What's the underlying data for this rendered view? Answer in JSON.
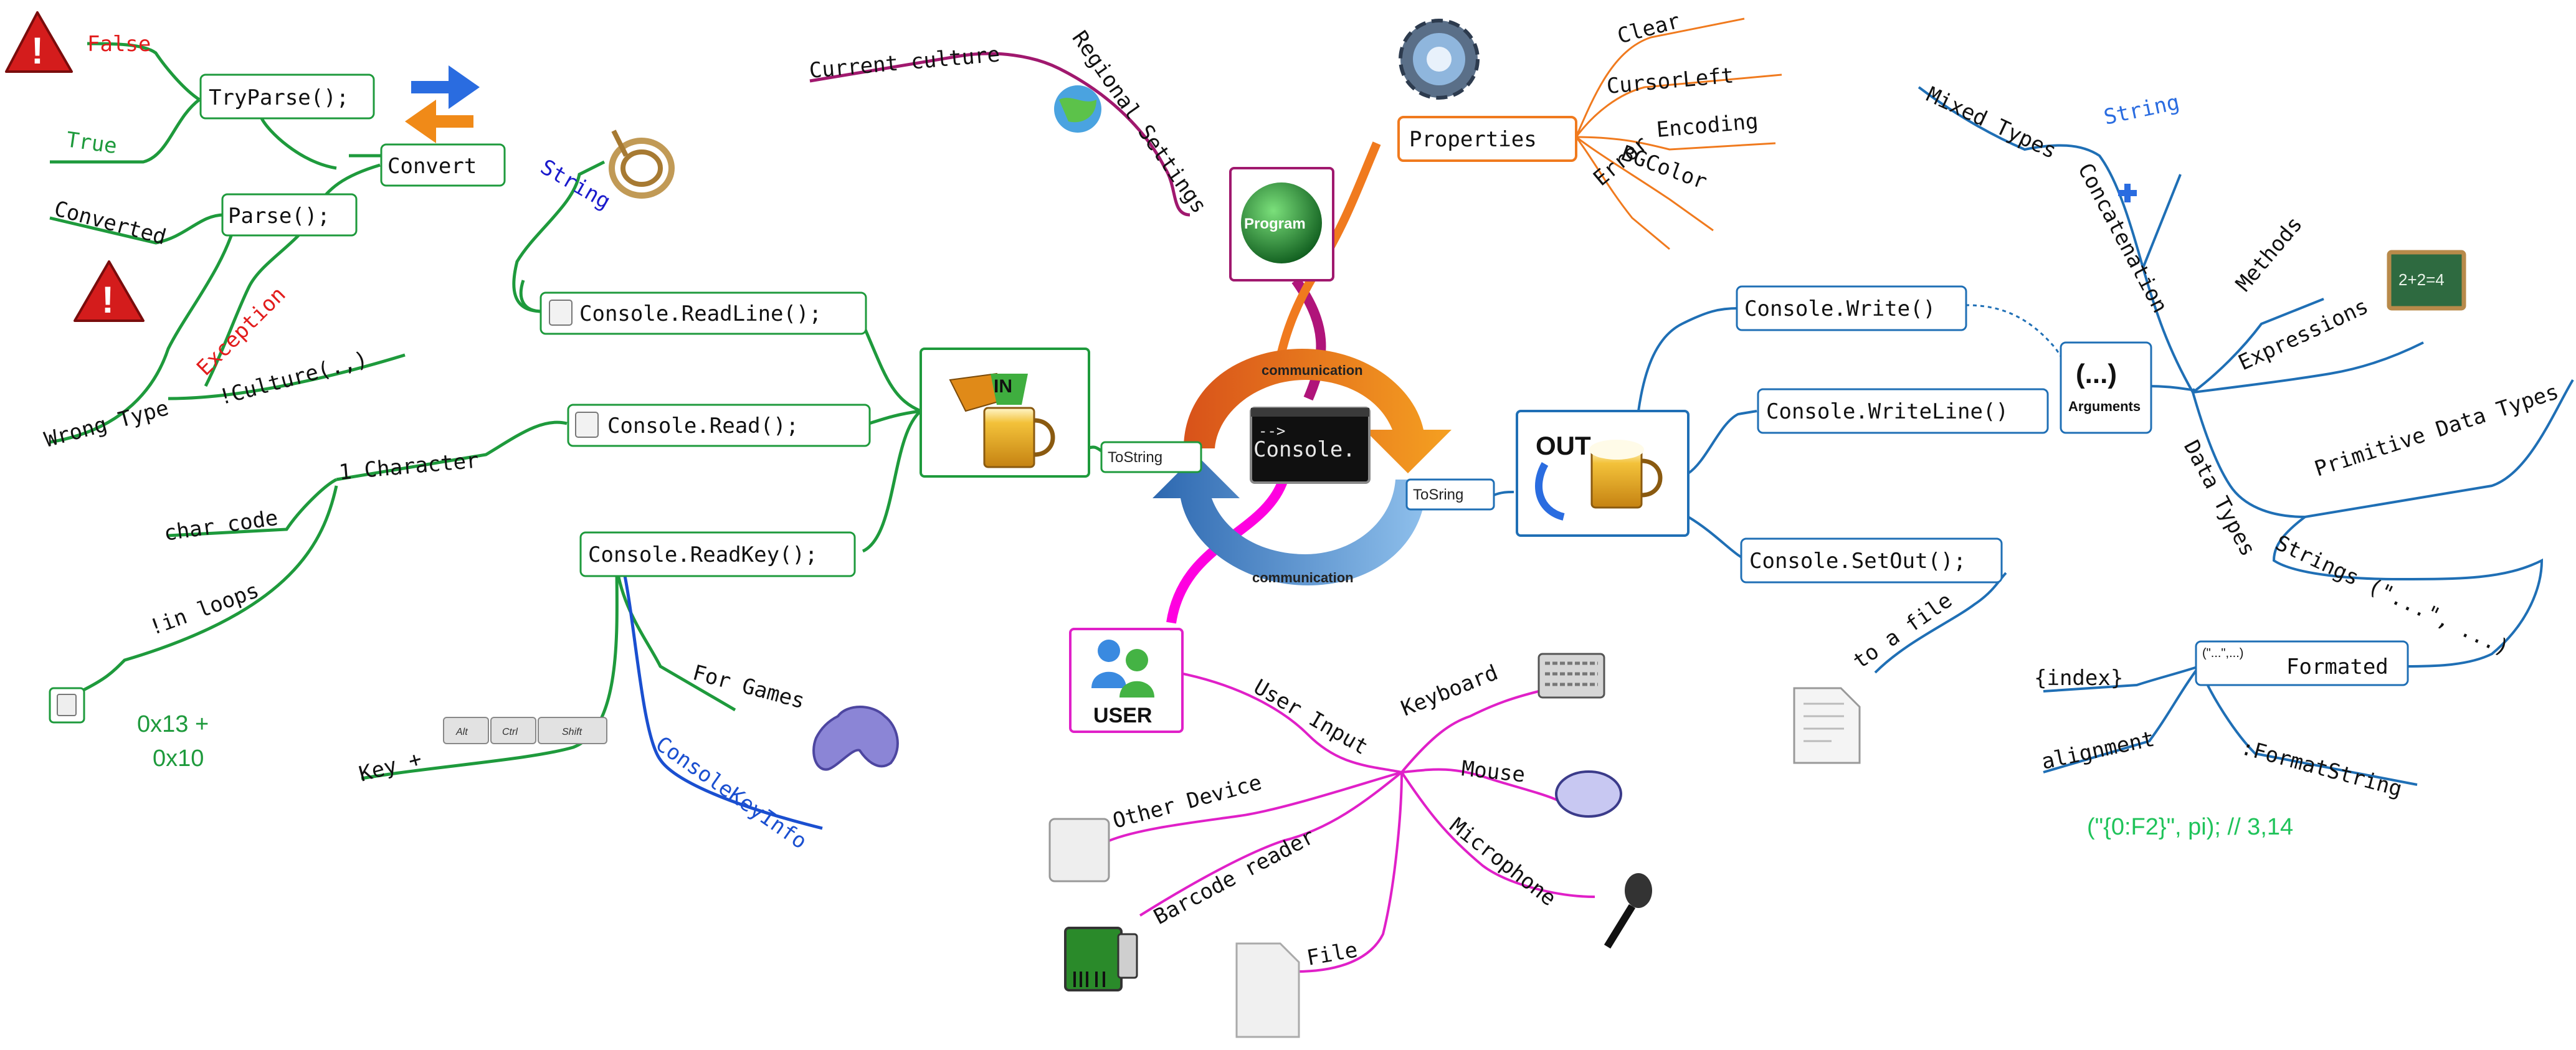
{
  "center": {
    "console_label": "Console.",
    "prompt": "-->",
    "comm_top": "communication",
    "comm_bottom": "communication"
  },
  "input": {
    "tostring": "ToString",
    "in_label": "IN",
    "readline": "Console.ReadLine();",
    "read": "Console.Read();",
    "readkey": "Console.ReadKey();",
    "string_label": "String",
    "convert": "Convert",
    "tryparse": "TryParse();",
    "parse": "Parse();",
    "false_label": "False",
    "true_label": "True",
    "converted": "Converted",
    "exception": "Exception",
    "wrong_type": "Wrong Type",
    "culture": "!Culture(.,)",
    "one_char": "1 Character",
    "char_code": "char code",
    "in_loops": "!in loops",
    "hex": "0x13 +",
    "hex2": "0x10",
    "for_games": "For Games",
    "key_plus": "Key +",
    "keys": [
      "Alt",
      "Ctrl",
      "Shift"
    ],
    "consolekeyinfo": "ConsoleKeyInfo"
  },
  "program": {
    "label": "Program",
    "current_culture": "Current culture",
    "regional": "Regional Settings"
  },
  "properties": {
    "label": "Properties",
    "items": [
      "Clear",
      "CursorLeft",
      "Encoding",
      "BGColor",
      "Error"
    ]
  },
  "output": {
    "tosring": "ToSring",
    "out_label": "OUT",
    "write": "Console.Write()",
    "writeline": "Console.WriteLine()",
    "setout": "Console.SetOut();",
    "to_a_file": "to a file",
    "arguments_symbol": "(...)",
    "arguments": "Arguments",
    "mixed_types": "Mixed Types",
    "string_label": "String",
    "concatenation": "Concatenation",
    "methods": "Methods",
    "expressions": "Expressions",
    "data_types": "Data Types",
    "primitive": "Primitive Data Types",
    "strings": "Strings (\"...\", ...)",
    "formated_box": "(\"...\",...)",
    "formated": "Formated",
    "index": "{index}",
    "alignment": "alignment",
    "formatstring": ":FormatString",
    "example": "(\"{0:F2}\", pi); // 3,14",
    "chalkboard": "2+2=4"
  },
  "user": {
    "label": "USER",
    "user_input": "User Input",
    "keyboard": "Keyboard",
    "mouse": "Mouse",
    "microphone": "Microphone",
    "other_device": "Other Device",
    "barcode": "Barcode reader",
    "file": "File"
  },
  "colors": {
    "green": "#1e9a3c",
    "blue": "#1f6fb5",
    "magenta": "#e020c8",
    "orange": "#f07a1e",
    "purple": "#a0186e"
  }
}
